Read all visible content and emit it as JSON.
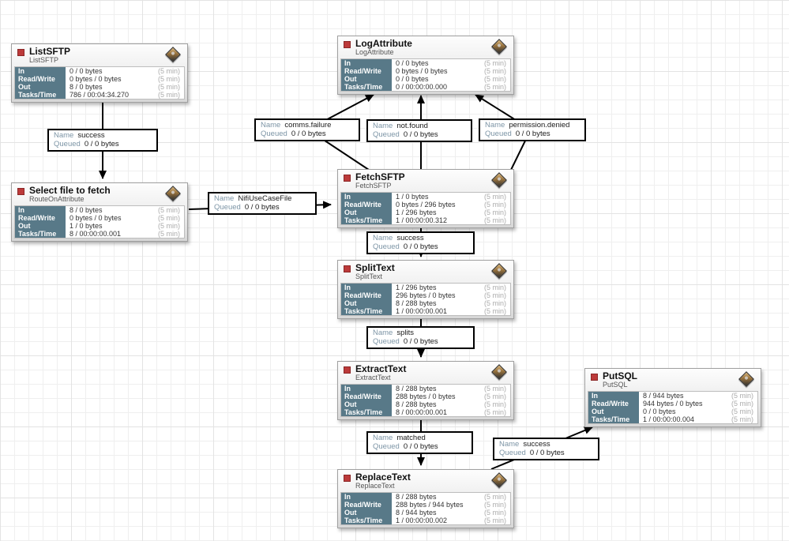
{
  "stat_labels": {
    "in": "In",
    "read_write": "Read/Write",
    "out": "Out",
    "tasks_time": "Tasks/Time"
  },
  "stats_window": "(5 min)",
  "connection_labels": {
    "name": "Name",
    "queued": "Queued"
  },
  "processors": [
    {
      "title": "ListSFTP",
      "type": "ListSFTP",
      "stats": {
        "in": "0 / 0 bytes",
        "read_write": "0 bytes / 0 bytes",
        "out": "8 / 0 bytes",
        "tasks_time": "786 / 00:04:34.270"
      }
    },
    {
      "title": "LogAttribute",
      "type": "LogAttribute",
      "stats": {
        "in": "0 / 0 bytes",
        "read_write": "0 bytes / 0 bytes",
        "out": "0 / 0 bytes",
        "tasks_time": "0 / 00:00:00.000"
      }
    },
    {
      "title": "Select file to fetch",
      "type": "RouteOnAttribute",
      "stats": {
        "in": "8 / 0 bytes",
        "read_write": "0 bytes / 0 bytes",
        "out": "1 / 0 bytes",
        "tasks_time": "8 / 00:00:00.001"
      }
    },
    {
      "title": "FetchSFTP",
      "type": "FetchSFTP",
      "stats": {
        "in": "1 / 0 bytes",
        "read_write": "0 bytes / 296 bytes",
        "out": "1 / 296 bytes",
        "tasks_time": "1 / 00:00:00.312"
      }
    },
    {
      "title": "SplitText",
      "type": "SplitText",
      "stats": {
        "in": "1 / 296 bytes",
        "read_write": "296 bytes / 0 bytes",
        "out": "8 / 288 bytes",
        "tasks_time": "1 / 00:00:00.001"
      }
    },
    {
      "title": "ExtractText",
      "type": "ExtractText",
      "stats": {
        "in": "8 / 288 bytes",
        "read_write": "288 bytes / 0 bytes",
        "out": "8 / 288 bytes",
        "tasks_time": "8 / 00:00:00.001"
      }
    },
    {
      "title": "ReplaceText",
      "type": "ReplaceText",
      "stats": {
        "in": "8 / 288 bytes",
        "read_write": "288 bytes / 944 bytes",
        "out": "8 / 944 bytes",
        "tasks_time": "1 / 00:00:00.002"
      }
    },
    {
      "title": "PutSQL",
      "type": "PutSQL",
      "stats": {
        "in": "8 / 944 bytes",
        "read_write": "944 bytes / 0 bytes",
        "out": "0 / 0 bytes",
        "tasks_time": "1 / 00:00:00.004"
      }
    }
  ],
  "connections": [
    {
      "name": "success",
      "queued": "0 / 0 bytes"
    },
    {
      "name": "NifiUseCaseFile",
      "queued": "0 / 0 bytes"
    },
    {
      "name": "comms.failure",
      "queued": "0 / 0 bytes"
    },
    {
      "name": "not.found",
      "queued": "0 / 0 bytes"
    },
    {
      "name": "permission.denied",
      "queued": "0 / 0 bytes"
    },
    {
      "name": "success",
      "queued": "0 / 0 bytes"
    },
    {
      "name": "splits",
      "queued": "0 / 0 bytes"
    },
    {
      "name": "matched",
      "queued": "0 / 0 bytes"
    },
    {
      "name": "success",
      "queued": "0 / 0 bytes"
    }
  ],
  "colors": {
    "stat_key_bg": "#587988",
    "stopped_icon": "#bc3a3a",
    "label_key_text": "#7d95a6"
  }
}
